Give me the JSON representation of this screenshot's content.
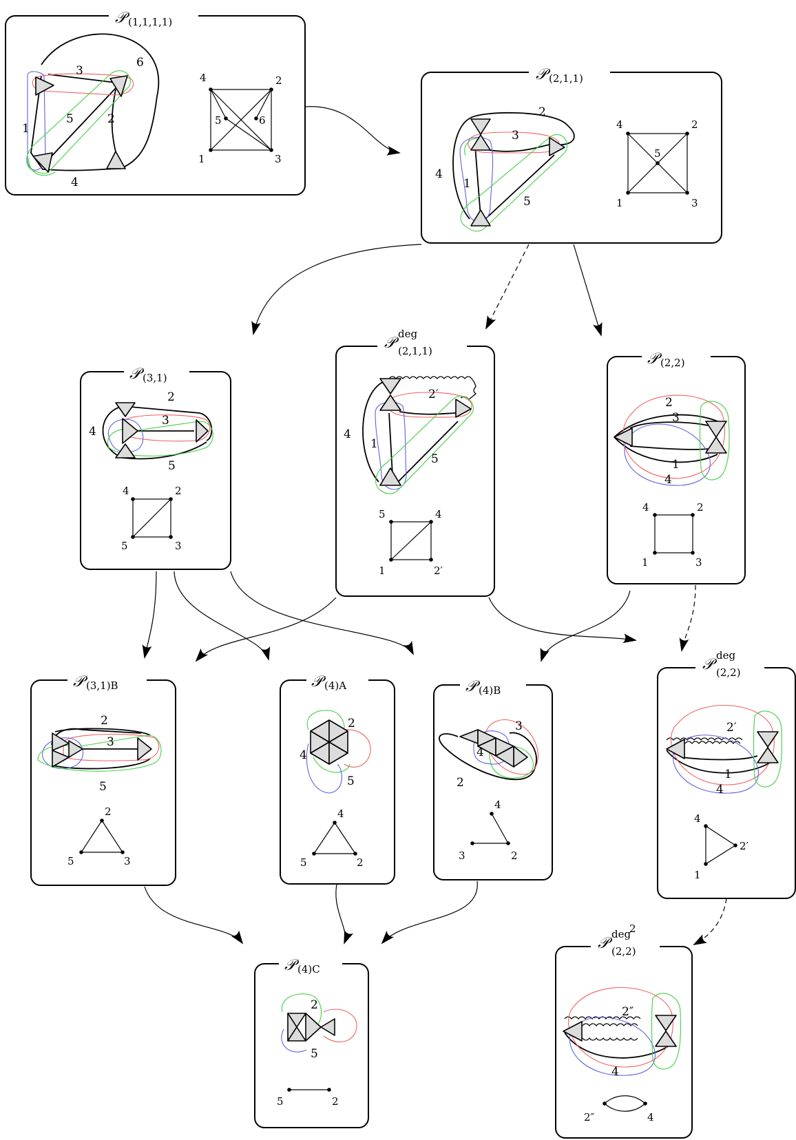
{
  "boxes": {
    "p1111": {
      "title": "𝒫",
      "sub": "(1,1,1,1)",
      "labels": [
        "3",
        "6",
        "5",
        "2",
        "1",
        "4"
      ],
      "graph": [
        "4",
        "2",
        "5",
        "6",
        "1",
        "3"
      ]
    },
    "p211": {
      "title": "𝒫",
      "sub": "(2,1,1)",
      "labels": [
        "2",
        "3",
        "4",
        "1",
        "5"
      ],
      "graph": [
        "4",
        "2",
        "5",
        "1",
        "3"
      ]
    },
    "p31": {
      "title": "𝒫",
      "sub": "(3,1)",
      "labels": [
        "2",
        "3",
        "4",
        "5"
      ],
      "graph": [
        "4",
        "2",
        "5",
        "3"
      ]
    },
    "p211deg": {
      "title": "𝒫",
      "sup": "deg",
      "sub": "(2,1,1)",
      "labels": [
        "2′",
        "4",
        "1",
        "5"
      ],
      "graph": [
        "5",
        "4",
        "1",
        "2′"
      ]
    },
    "p22": {
      "title": "𝒫",
      "sub": "(2,2)",
      "labels": [
        "2",
        "3",
        "1",
        "4"
      ],
      "graph": [
        "4",
        "2",
        "1",
        "3"
      ]
    },
    "p31B": {
      "title": "𝒫",
      "sub": "(3,1)B",
      "labels": [
        "2",
        "3",
        "5"
      ],
      "graph": [
        "2",
        "5",
        "3"
      ]
    },
    "p4A": {
      "title": "𝒫",
      "sub": "(4)A",
      "labels": [
        "2",
        "4",
        "5"
      ],
      "graph": [
        "4",
        "5",
        "2"
      ]
    },
    "p4B": {
      "title": "𝒫",
      "sub": "(4)B",
      "labels": [
        "3",
        "4",
        "2"
      ],
      "graph": [
        "4",
        "3",
        "2"
      ]
    },
    "p22deg": {
      "title": "𝒫",
      "sup": "deg",
      "sub": "(2,2)",
      "labels": [
        "2′",
        "1",
        "4"
      ],
      "graph": [
        "4",
        "2′",
        "1"
      ]
    },
    "p4C": {
      "title": "𝒫",
      "sub": "(4)C",
      "labels": [
        "2",
        "5"
      ],
      "graph": [
        "5",
        "2"
      ]
    },
    "p22deg2": {
      "title": "𝒫",
      "sup": "deg",
      "sup2": "2",
      "sub": "(2,2)",
      "labels": [
        "2″",
        "4"
      ],
      "graph": [
        "2″",
        "4"
      ]
    }
  }
}
